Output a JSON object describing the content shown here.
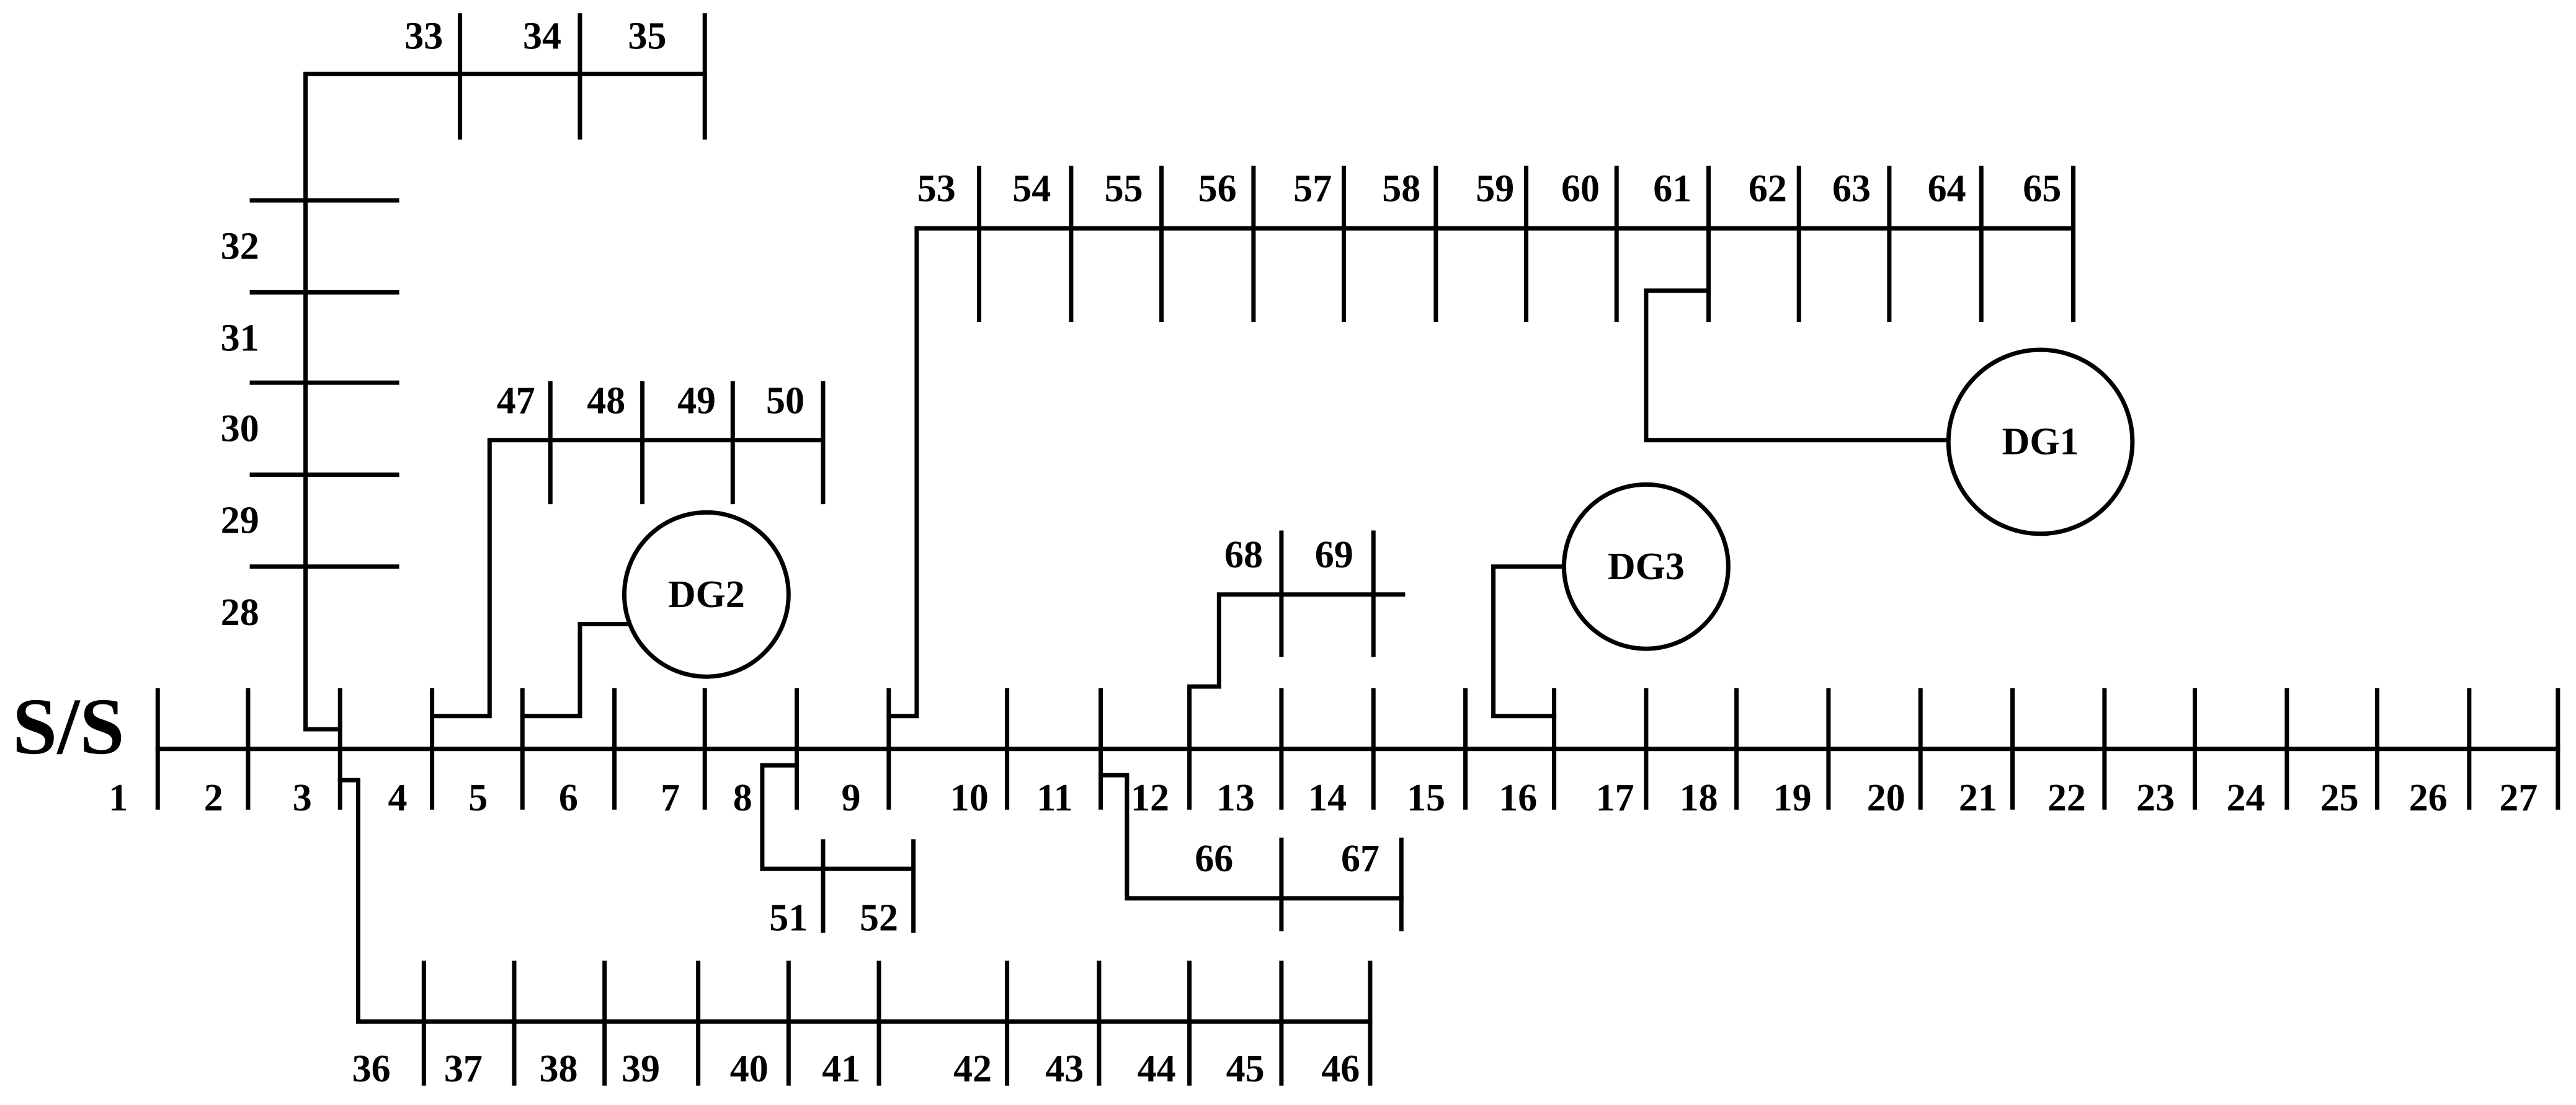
{
  "source_label": "S/S",
  "bus_labels": [
    "1",
    "2",
    "3",
    "4",
    "5",
    "6",
    "7",
    "8",
    "9",
    "10",
    "11",
    "12",
    "13",
    "14",
    "15",
    "16",
    "17",
    "18",
    "19",
    "20",
    "21",
    "22",
    "23",
    "24",
    "25",
    "26",
    "27",
    "28",
    "29",
    "30",
    "31",
    "32",
    "33",
    "34",
    "35",
    "36",
    "37",
    "38",
    "39",
    "40",
    "41",
    "42",
    "43",
    "44",
    "45",
    "46",
    "47",
    "48",
    "49",
    "50",
    "51",
    "52",
    "53",
    "54",
    "55",
    "56",
    "57",
    "58",
    "59",
    "60",
    "61",
    "62",
    "63",
    "64",
    "65",
    "66",
    "67",
    "68",
    "69"
  ],
  "generators": [
    "DG1",
    "DG2",
    "DG3"
  ]
}
